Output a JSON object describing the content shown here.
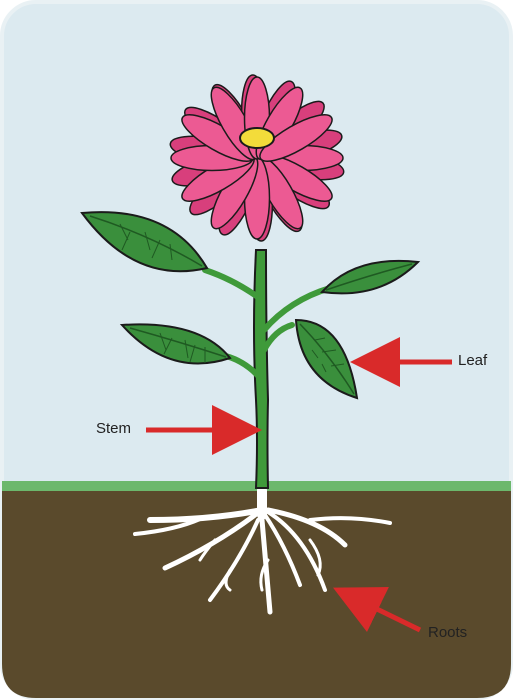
{
  "labels": {
    "leaf": "Leaf",
    "stem": "Stem",
    "roots": "Roots"
  },
  "colors": {
    "sky": "#dceaf0",
    "soil": "#5a4a2c",
    "grass": "#6cb86c",
    "stem": "#3f9a3a",
    "leaf": "#3a8f3c",
    "leaf_vein": "#1f5a22",
    "petal": "#ec5a93",
    "petal_dark": "#d83f7c",
    "flower_center": "#f3dc3a",
    "root": "#ffffff",
    "arrow": "#d92a2a",
    "outline": "#1b1b1b"
  }
}
